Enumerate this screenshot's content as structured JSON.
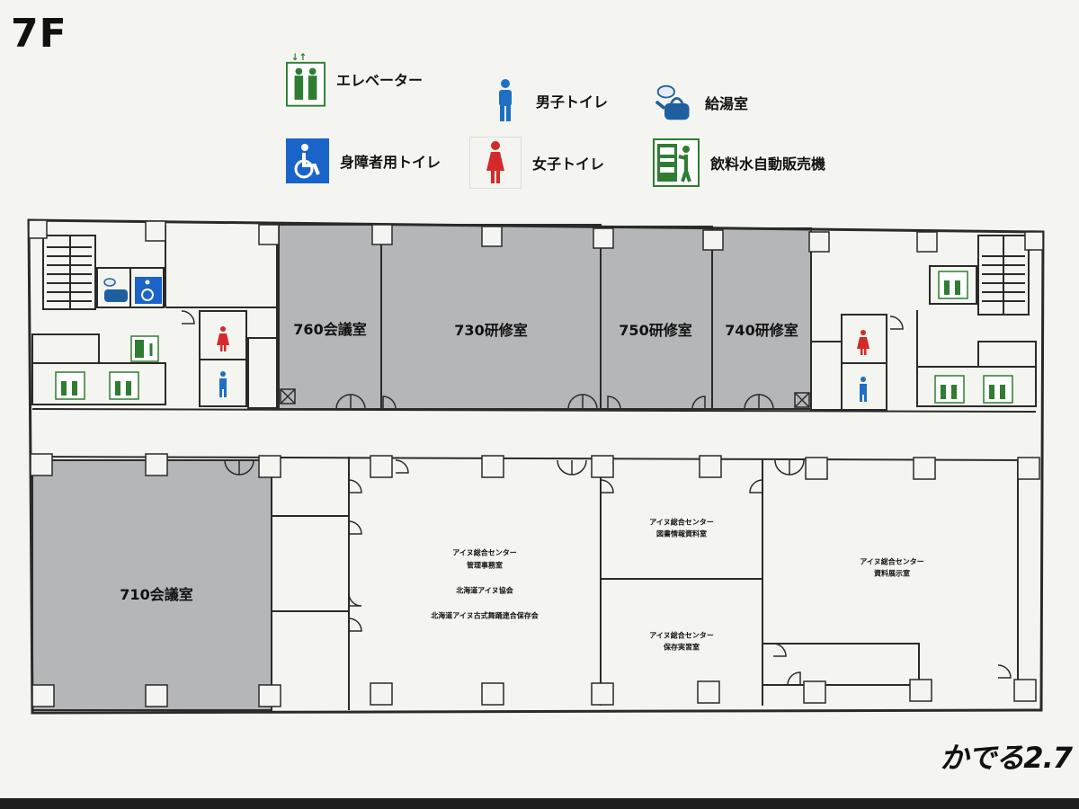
{
  "floor": "7F",
  "legend": {
    "elevator": "エレベーター",
    "mens_toilet": "男子トイレ",
    "kitchenette": "給湯室",
    "accessible_toilet": "身障者用トイレ",
    "womens_toilet": "女子トイレ",
    "vending_machine": "飲料水自動販売機"
  },
  "rooms": {
    "r760": "760会議室",
    "r730": "730研修室",
    "r750": "750研修室",
    "r740": "740研修室",
    "r710": "710会議室",
    "ainu_office_1": "アイヌ総合センター",
    "ainu_office_2": "管理事務室",
    "ainu_office_3": "北海道アイヌ協会",
    "ainu_office_4": "北海道アイヌ古式舞踊連合保存会",
    "library_1": "アイヌ総合センター",
    "library_2": "図書情報資料室",
    "storage_1": "アイヌ総合センター",
    "storage_2": "保存実習室",
    "exhibit_1": "アイヌ総合センター",
    "exhibit_2": "資料展示室"
  },
  "logo": "かでる2.7",
  "colors": {
    "meeting_room_fill": "#b5b6b8",
    "wall": "#2a2a2a",
    "elevator_green": "#2f7d32",
    "mens_blue": "#1f6fc4",
    "womens_red": "#d42a2a",
    "accessible_blue": "#1a63c8"
  }
}
